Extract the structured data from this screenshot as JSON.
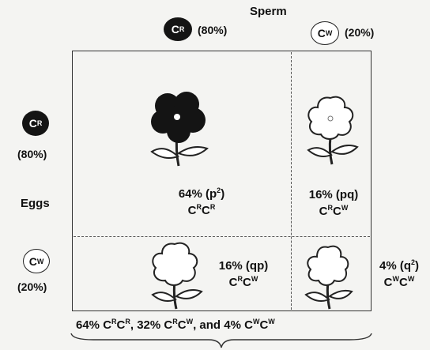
{
  "header": {
    "sperm_label": "Sperm",
    "cr_allele": {
      "base": "C",
      "sup": "R",
      "percent": "(80%)"
    },
    "cw_allele": {
      "base": "C",
      "sup": "W",
      "percent": "(20%)"
    }
  },
  "side": {
    "eggs_label": "Eggs",
    "cr_allele": {
      "base": "C",
      "sup": "R",
      "percent": "(80%)"
    },
    "cw_allele": {
      "base": "C",
      "sup": "W",
      "percent": "(20%)"
    }
  },
  "cells": {
    "rr": {
      "freq": "64% (p",
      "freq_sup": "2",
      "freq_end": ")",
      "g1": "C",
      "s1": "R",
      "g2": "C",
      "s2": "R"
    },
    "rw": {
      "freq": "16% (pq)",
      "g1": "C",
      "s1": "R",
      "g2": "C",
      "s2": "W"
    },
    "wr": {
      "freq": "16% (qp)",
      "g1": "C",
      "s1": "R",
      "g2": "C",
      "s2": "W"
    },
    "ww": {
      "freq": "4% (q",
      "freq_sup": "2",
      "freq_end": ")",
      "g1": "C",
      "s1": "W",
      "g2": "C",
      "s2": "W"
    }
  },
  "summary": {
    "p1": "64% C",
    "p1a": "R",
    "p1b": "C",
    "p1c": "R",
    "p2": ", 32% C",
    "p2a": "R",
    "p2b": "C",
    "p2c": "W",
    "p3": ", and 4% C",
    "p3a": "W",
    "p3b": "C",
    "p3c": "W"
  },
  "colors": {
    "red_flower": "#141414",
    "white_flower": "#ffffff",
    "outline": "#222222"
  }
}
